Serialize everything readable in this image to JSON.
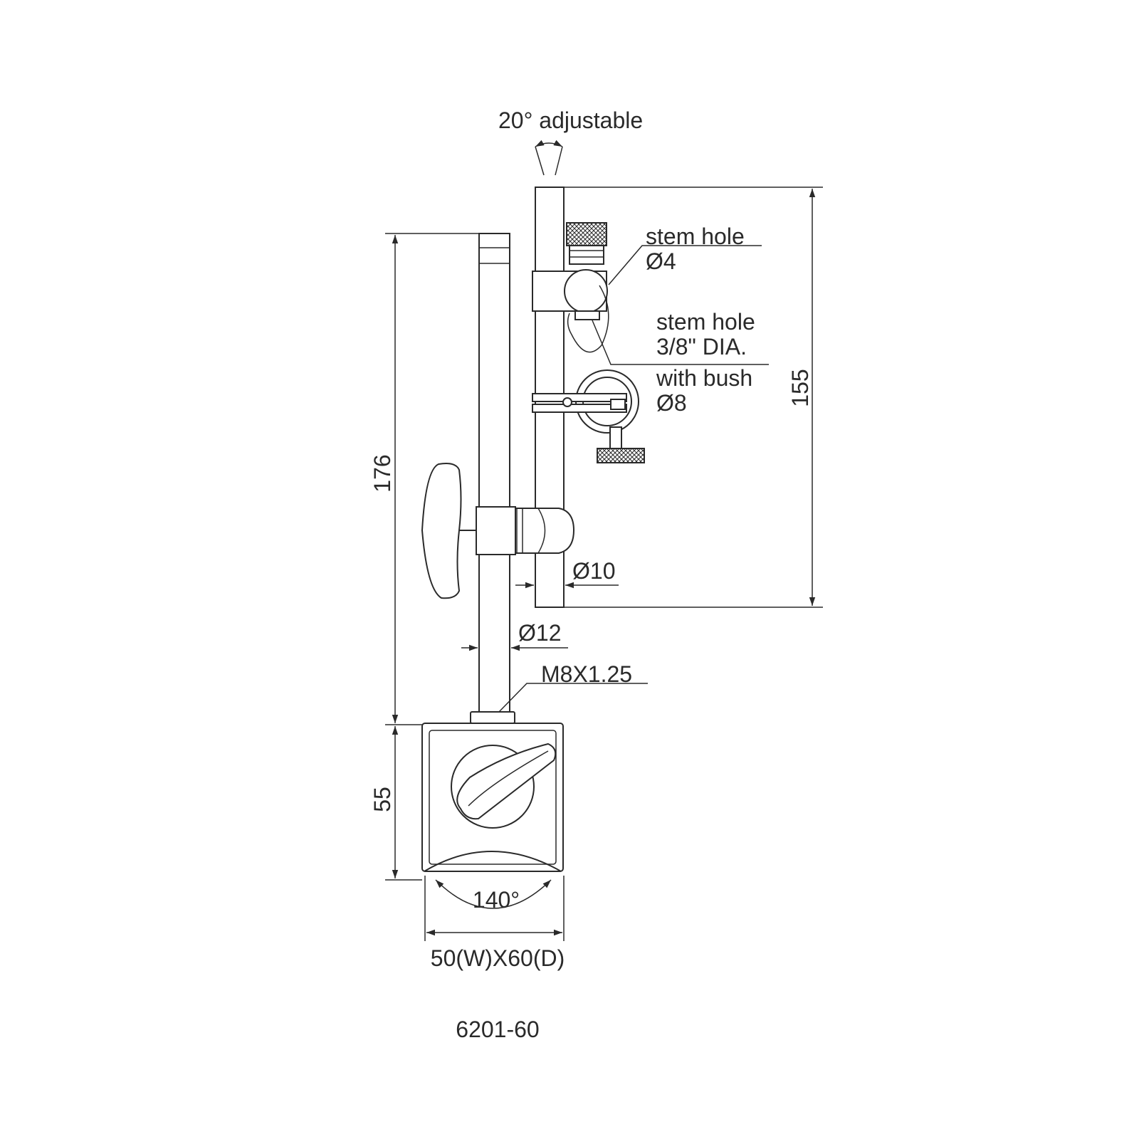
{
  "model": "6201-60",
  "labels": {
    "adjust_angle": "20° adjustable",
    "stem_hole_1_title": "stem hole",
    "stem_hole_1_size": "Ø4",
    "stem_hole_2_title": "stem hole",
    "stem_hole_2_size": "3/8\" DIA.",
    "bush_title": "with bush",
    "bush_size": "Ø8",
    "fine_rod_dia": "Ø10",
    "main_rod_dia": "Ø12",
    "thread": "M8X1.25",
    "total_height": "176",
    "fine_rod_length": "155",
    "base_height": "55",
    "vee_angle": "140°",
    "base_size": "50(W)X60(D)"
  }
}
